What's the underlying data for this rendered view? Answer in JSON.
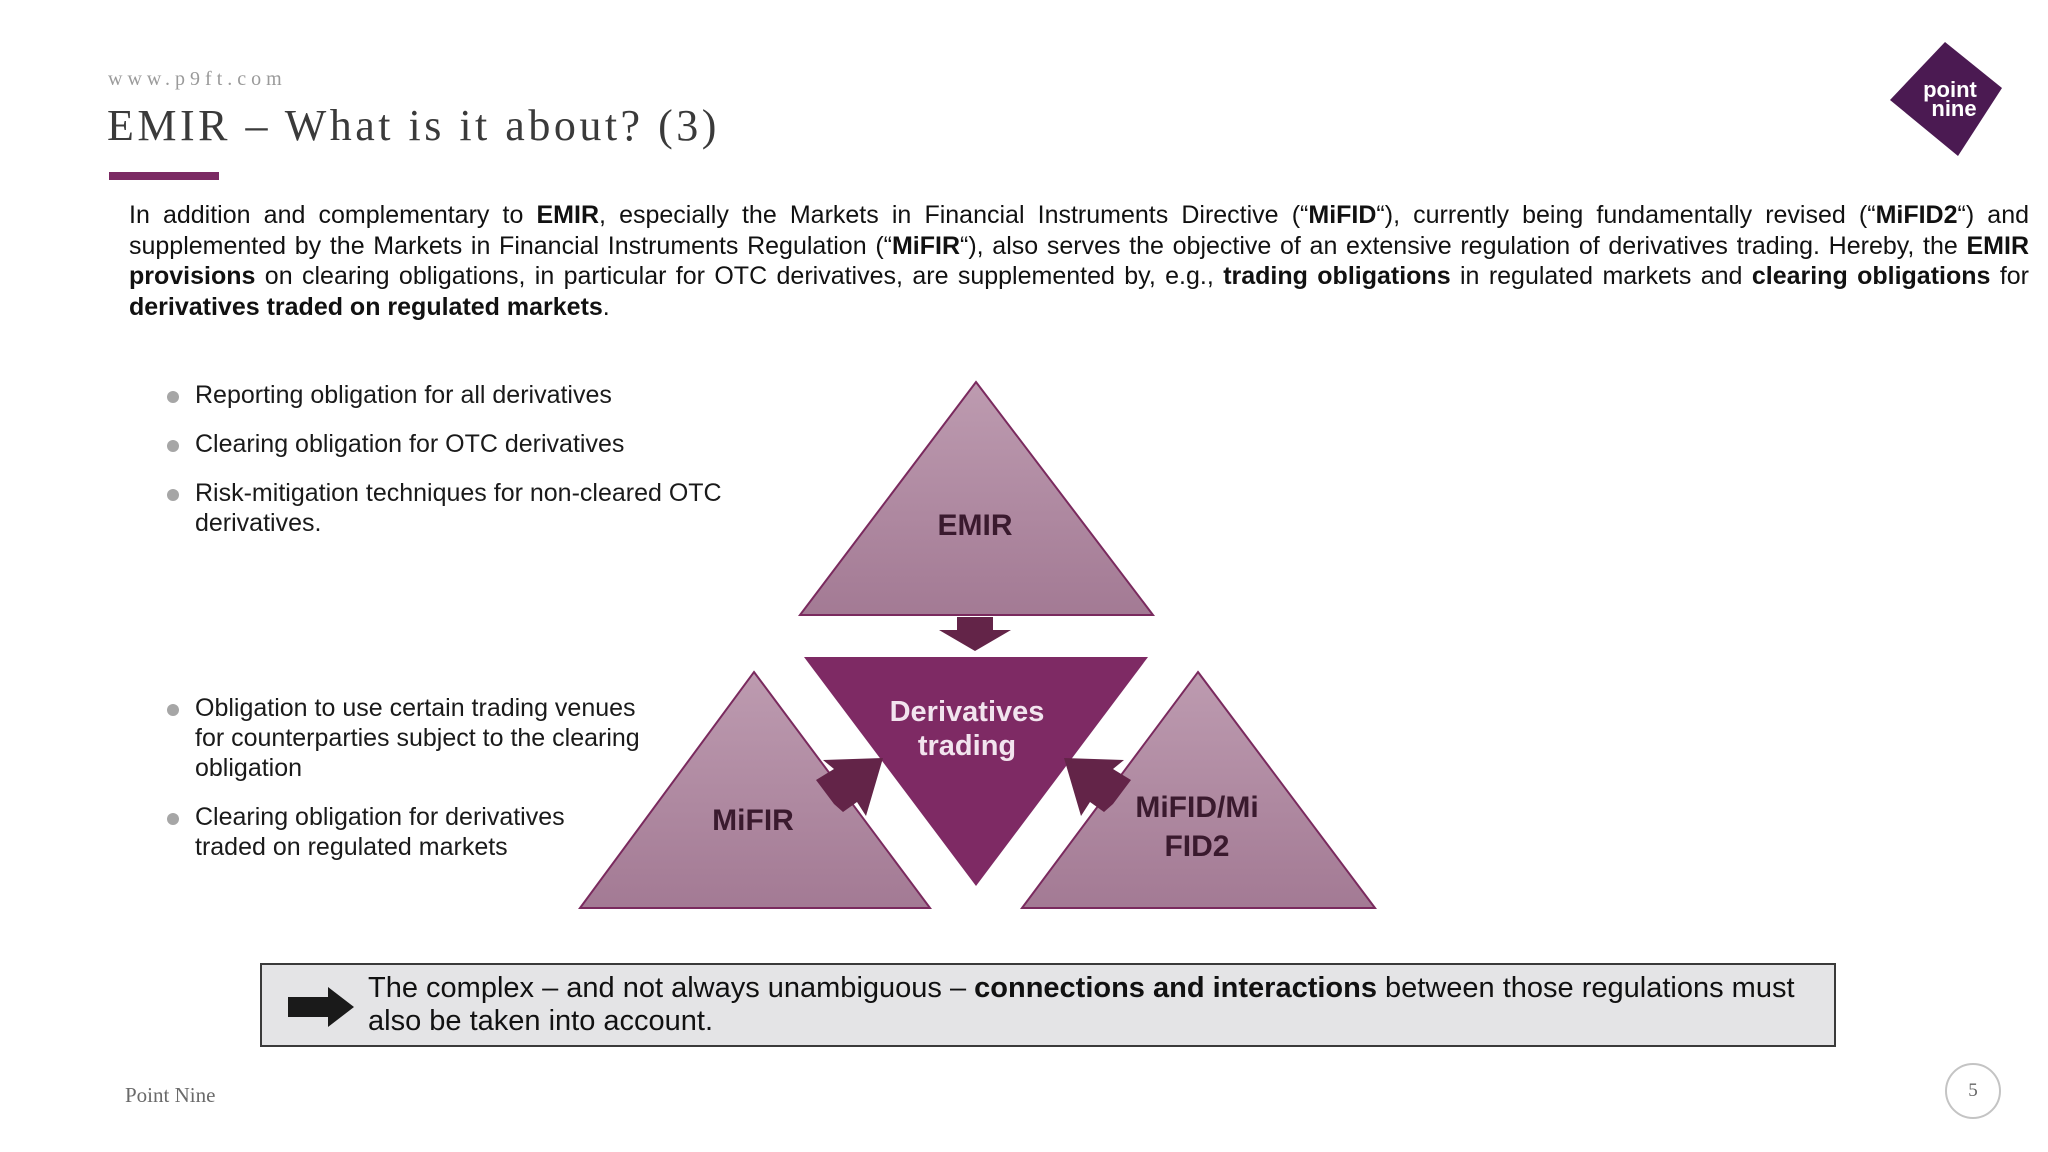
{
  "header": {
    "url": "www.p9ft.com",
    "title": "EMIR – What is it about? (3)"
  },
  "logo": {
    "line1": "point",
    "line2": "nine",
    "color": "#4b1a52"
  },
  "intro": {
    "t1": "In addition and complementary to ",
    "b1": "EMIR",
    "t2": ", especially the Markets in Financial Instruments Directive (“",
    "b2": "MiFID",
    "t3": "“), currently being fundamentally revised (“",
    "b3": "MiFID2",
    "t4": "“) and supplemented by the Markets in Financial Instruments Regulation (“",
    "b4": "MiFIR",
    "t5": "“), also serves the objective of an extensive regulation of derivatives trading. Hereby, the ",
    "b5": "EMIR provisions",
    "t6": " on clearing obligations, in particular for OTC derivatives, are supplemented by, e.g., ",
    "b6": "trading obligations",
    "t7": " in regulated markets and ",
    "b7": "clearing obligations",
    "t8": "  for ",
    "b8": "derivatives traded on regulated markets",
    "t9": "."
  },
  "emir_bullets": [
    "Reporting obligation for all derivatives",
    "Clearing obligation for OTC derivatives",
    "Risk-mitigation techniques for non-cleared OTC derivatives."
  ],
  "mifir_bullets": [
    "Obligation to use certain trading venues for counterparties subject to the clearing obligation",
    "Clearing obligation for derivatives traded on regulated markets"
  ],
  "diagram": {
    "top_label": "EMIR",
    "center_line1": "Derivatives",
    "center_line2": "trading",
    "left_label": "MiFIR",
    "right_line1": "MiFID/Mi",
    "right_line2": "FID2",
    "colors": {
      "triangle_light": "#b894aa",
      "triangle_dark": "#a17892",
      "triangle_border": "#7a2a5e",
      "center_fill": "#7e2a64",
      "arrow_fill": "#632448"
    }
  },
  "conclusion": {
    "t1": "The complex – and not always unambiguous – ",
    "b1": "connections and interactions",
    "t2": " between those regulations must also be taken into account."
  },
  "footer": {
    "brand": "Point Nine",
    "page": "5"
  }
}
